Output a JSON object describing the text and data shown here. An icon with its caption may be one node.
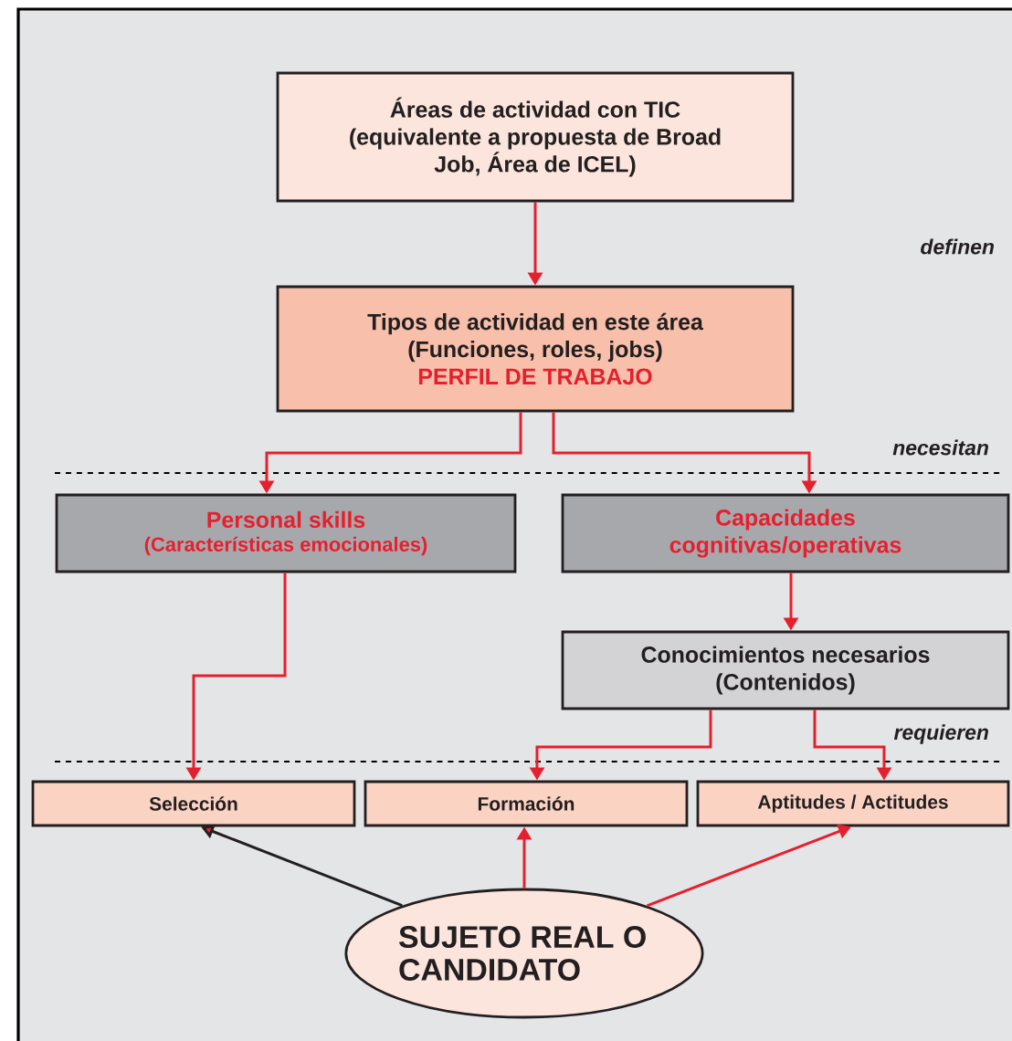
{
  "diagram": {
    "nodes": [
      {
        "text": [
          "Áreas de actividad con TIC (equivalente a propuesta de Broad Job, Área de ICEL)"
        ]
      },
      {
        "text": [
          "Tipos de actividad en este área (Funciones, roles, jobs)",
          "PERFIL DE TRABAJO"
        ]
      },
      {
        "text": [
          "Personal skills",
          "(Características emocionales)"
        ]
      },
      {
        "text": [
          "Capacidades cognitivas/operativas"
        ]
      },
      {
        "text": [
          "Conocimientos necesarios (Contenidos)"
        ]
      },
      {
        "text": [
          "Selección"
        ]
      },
      {
        "text": [
          "Formación"
        ]
      },
      {
        "text": [
          "Aptitudes / Actitudes"
        ]
      },
      {
        "text": [
          "SUJETO REAL O CANDIDATO"
        ]
      }
    ],
    "edges": [
      {
        "from": 0,
        "to": 1,
        "arrow": "to"
      },
      {
        "from": 1,
        "to": 2,
        "arrow": "to"
      },
      {
        "from": 1,
        "to": 3,
        "arrow": "to"
      },
      {
        "from": 3,
        "to": 4,
        "arrow": "to"
      },
      {
        "from": 2,
        "to": 5,
        "arrow": "to"
      },
      {
        "from": 4,
        "to": 6,
        "arrow": "to"
      },
      {
        "from": 4,
        "to": 7,
        "arrow": "to"
      },
      {
        "from": 8,
        "to": 5,
        "arrow": "to",
        "color": "#231f20"
      },
      {
        "from": 8,
        "to": 6,
        "arrow": "to"
      },
      {
        "from": 8,
        "to": 7,
        "arrow": "to"
      }
    ],
    "labels": [
      "definen",
      "necesitan",
      "requieren"
    ]
  }
}
